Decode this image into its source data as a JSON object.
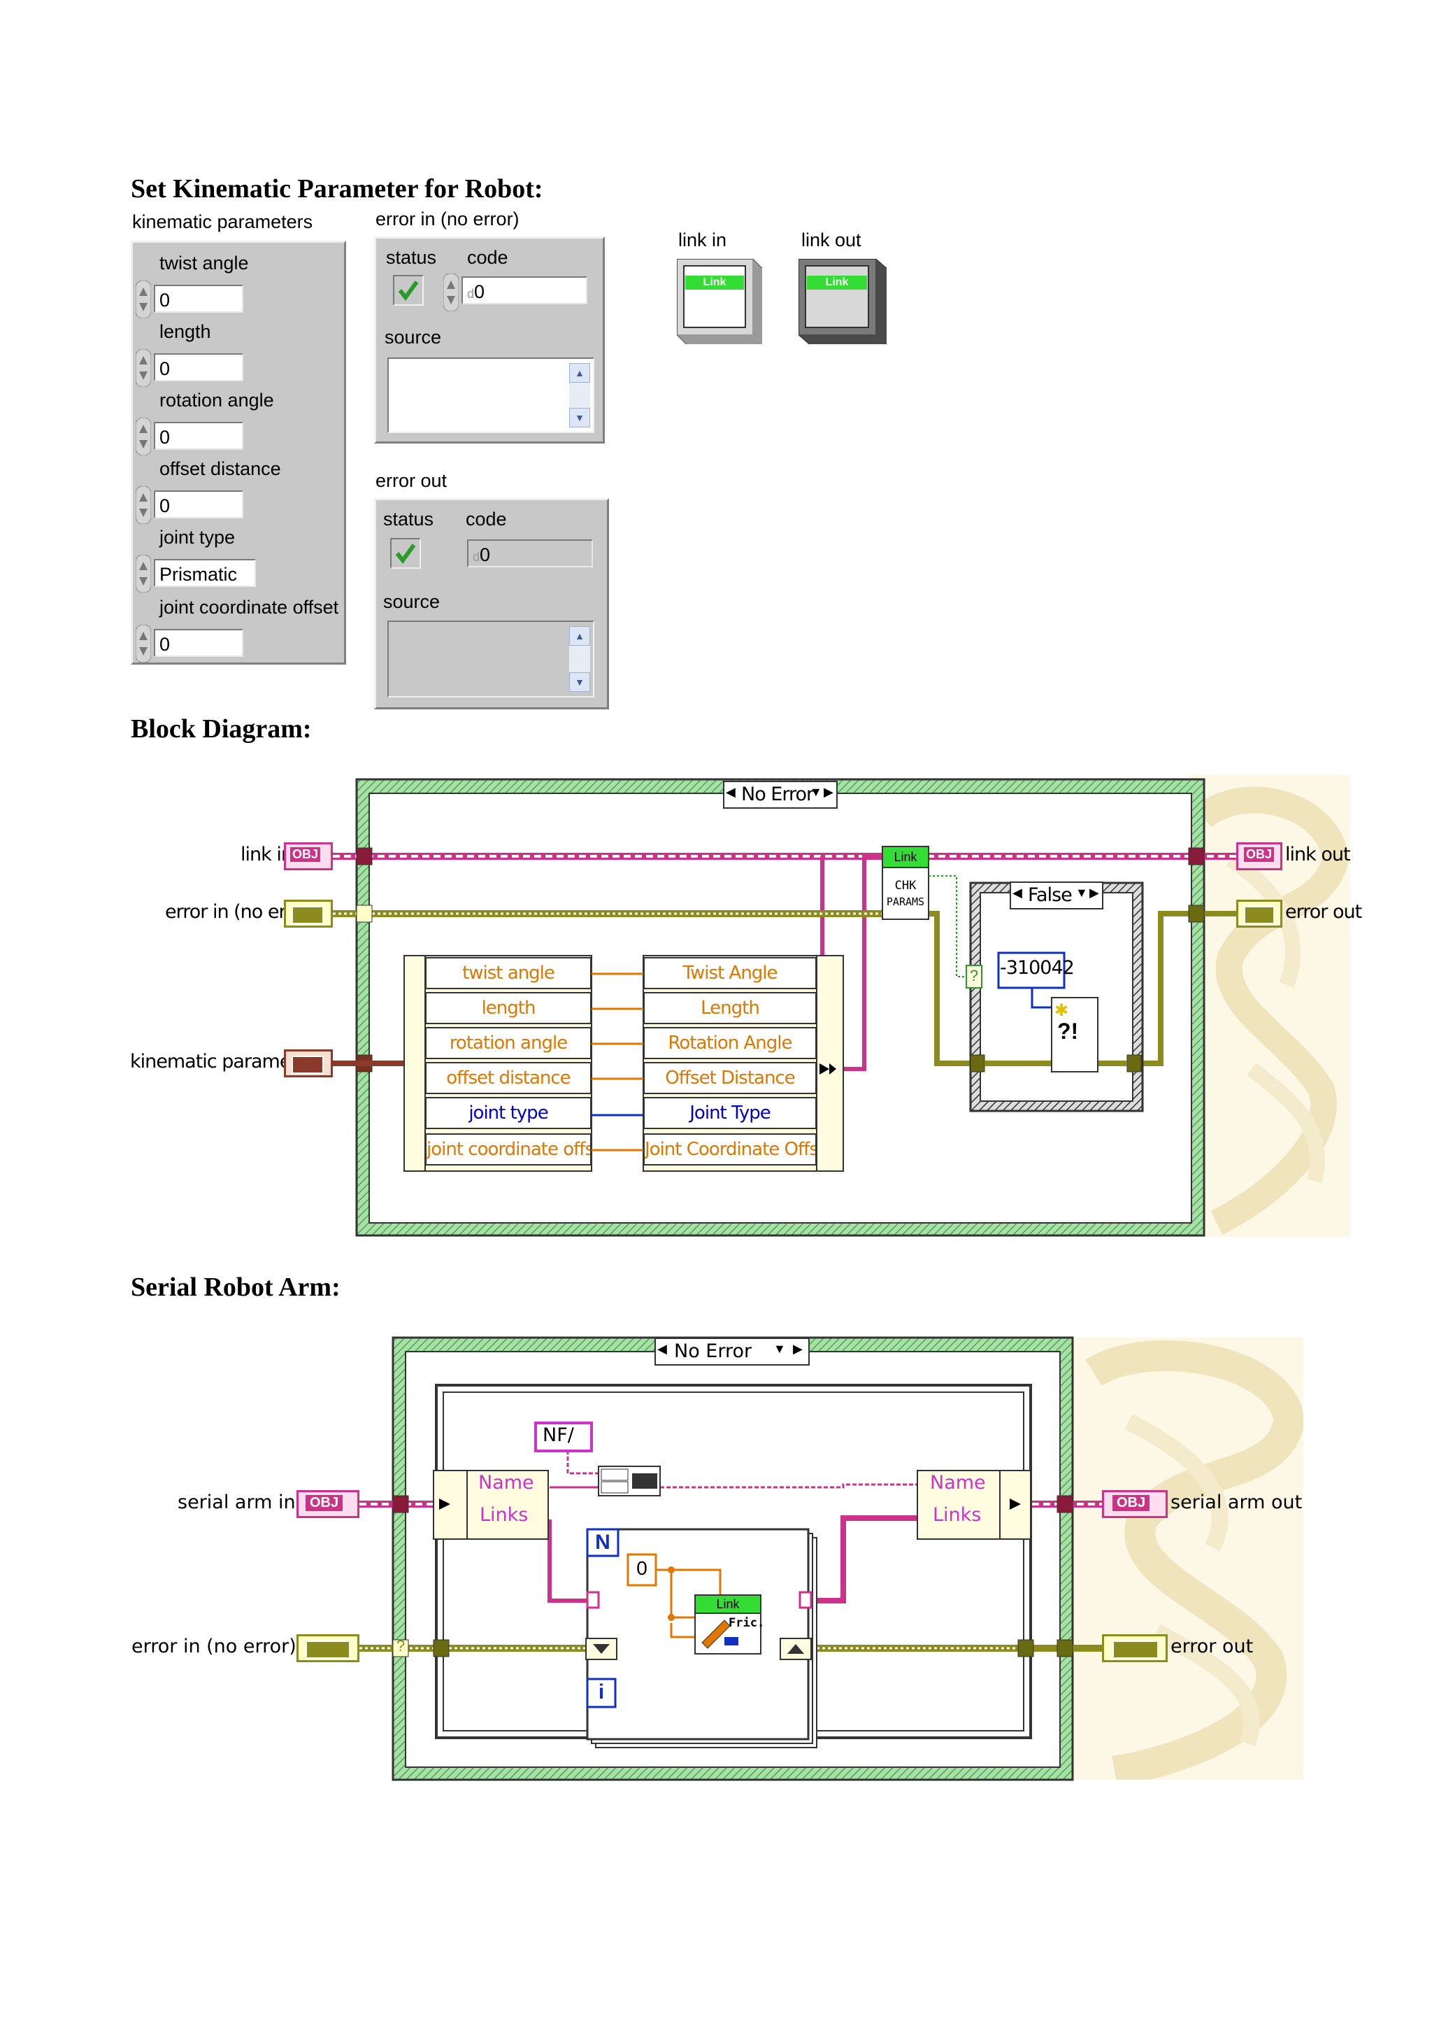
{
  "headings": {
    "front_panel": "Set Kinematic Parameter for Robot:",
    "block_diagram": "Block Diagram:",
    "serial_arm": "Serial Robot Arm:"
  },
  "kinematic_panel": {
    "title": "kinematic parameters",
    "fields": [
      {
        "label": "twist angle",
        "value": "0"
      },
      {
        "label": "length",
        "value": "0"
      },
      {
        "label": "rotation angle",
        "value": "0"
      },
      {
        "label": "offset distance",
        "value": "0"
      },
      {
        "label": "joint type",
        "value": "Prismatic"
      },
      {
        "label": "joint coordinate offset",
        "value": "0"
      }
    ]
  },
  "error_in_cluster": {
    "title": "error in (no error)",
    "status_label": "status",
    "code_label": "code",
    "code_value": "0",
    "code_prefix": "d",
    "source_label": "source"
  },
  "error_out_cluster": {
    "title": "error out",
    "status_label": "status",
    "code_label": "code",
    "code_value": "0",
    "code_prefix": "d",
    "source_label": "source"
  },
  "link_terminals": {
    "link_in_label": "link in",
    "link_out_label": "link out",
    "badge": "Link"
  },
  "block_diagram": {
    "case_selector": "No Error",
    "inner_case_selector": "False",
    "terminals": {
      "link_in": "link in",
      "error_in": "error in (no error)",
      "kinematic_parameters": "kinematic parameters",
      "link_out": "link out",
      "error_out": "error out",
      "obj_badge": "OBJ"
    },
    "unbundle_items": [
      "twist angle",
      "length",
      "rotation angle",
      "offset distance",
      "joint type",
      "joint coordinate offset"
    ],
    "bundle_items": [
      "Twist Angle",
      "Length",
      "Rotation Angle",
      "Offset Distance",
      "Joint Type",
      "Joint Coordinate Offset"
    ],
    "chk_node": {
      "badge": "Link",
      "line1": "CHK",
      "line2": "PARAMS"
    },
    "error_code_constant": "-310042",
    "question_mark": "?",
    "warn_glyph": "?!"
  },
  "serial_arm_diagram": {
    "case_selector": "No Error",
    "terminals": {
      "serial_arm_in": "serial arm in",
      "error_in": "error in (no error)",
      "serial_arm_out": "serial arm out",
      "error_out": "error out",
      "obj_badge": "OBJ"
    },
    "unbundle_items": [
      "Name",
      "Links"
    ],
    "bundle_items": [
      "Name",
      "Links"
    ],
    "nf_constant": "NF/",
    "loop_count": "N",
    "loop_index": "i",
    "zero_constant": "0",
    "link_fric_node": {
      "badge": "Link",
      "label": "Fric."
    },
    "question_mark": "?"
  },
  "colors": {
    "link_wire": "#cc3388",
    "error_wire": "#8c8c1e",
    "orange_wire": "#e07800",
    "blue_wire": "#1030c0",
    "case_border": "#7fc87f",
    "panel_gray": "#c8c8c8"
  }
}
